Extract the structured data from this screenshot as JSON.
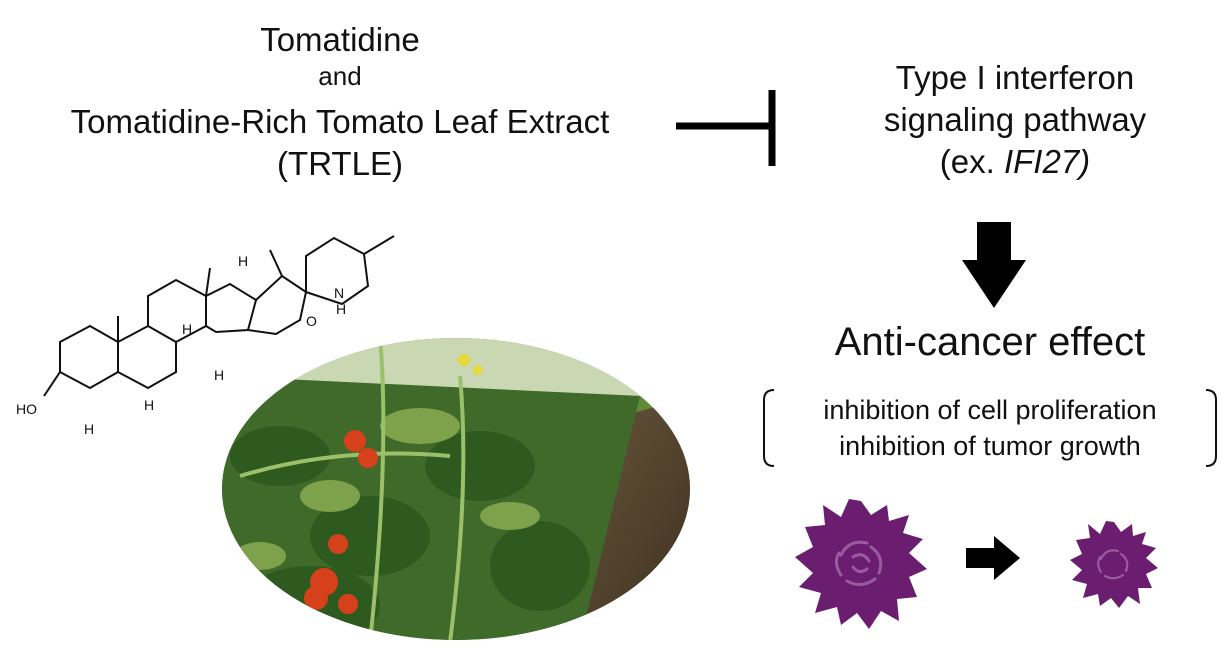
{
  "compound": {
    "title": "Tomatidine",
    "conjunction": "and",
    "extract_name": "Tomatidine-Rich Tomato Leaf Extract",
    "abbreviation": "(TRTLE)"
  },
  "pathway": {
    "line1": "Type I interferon",
    "line2": "signaling pathway",
    "example_prefix": "(ex. ",
    "example_gene": "IFI27)"
  },
  "effect": {
    "title": "Anti-cancer effect",
    "items": [
      "inhibition of cell proliferation",
      "inhibition of tumor growth"
    ]
  },
  "structure_labels": {
    "ho": "HO",
    "h": "H",
    "nh_n": "N",
    "nh_h": "H",
    "o": "O"
  },
  "icons": {
    "inhibition": "inhibition-t-bar-icon",
    "down_arrow": "down-arrow-icon",
    "right_arrow": "right-arrow-icon",
    "tumor": "tumor-cell-icon"
  },
  "colors": {
    "tumor": "#6b1d6f",
    "tumor_light": "#9a5a9e",
    "arrow": "#000000",
    "foliage": "#3f6a2a",
    "tomato": "#d6411b"
  }
}
